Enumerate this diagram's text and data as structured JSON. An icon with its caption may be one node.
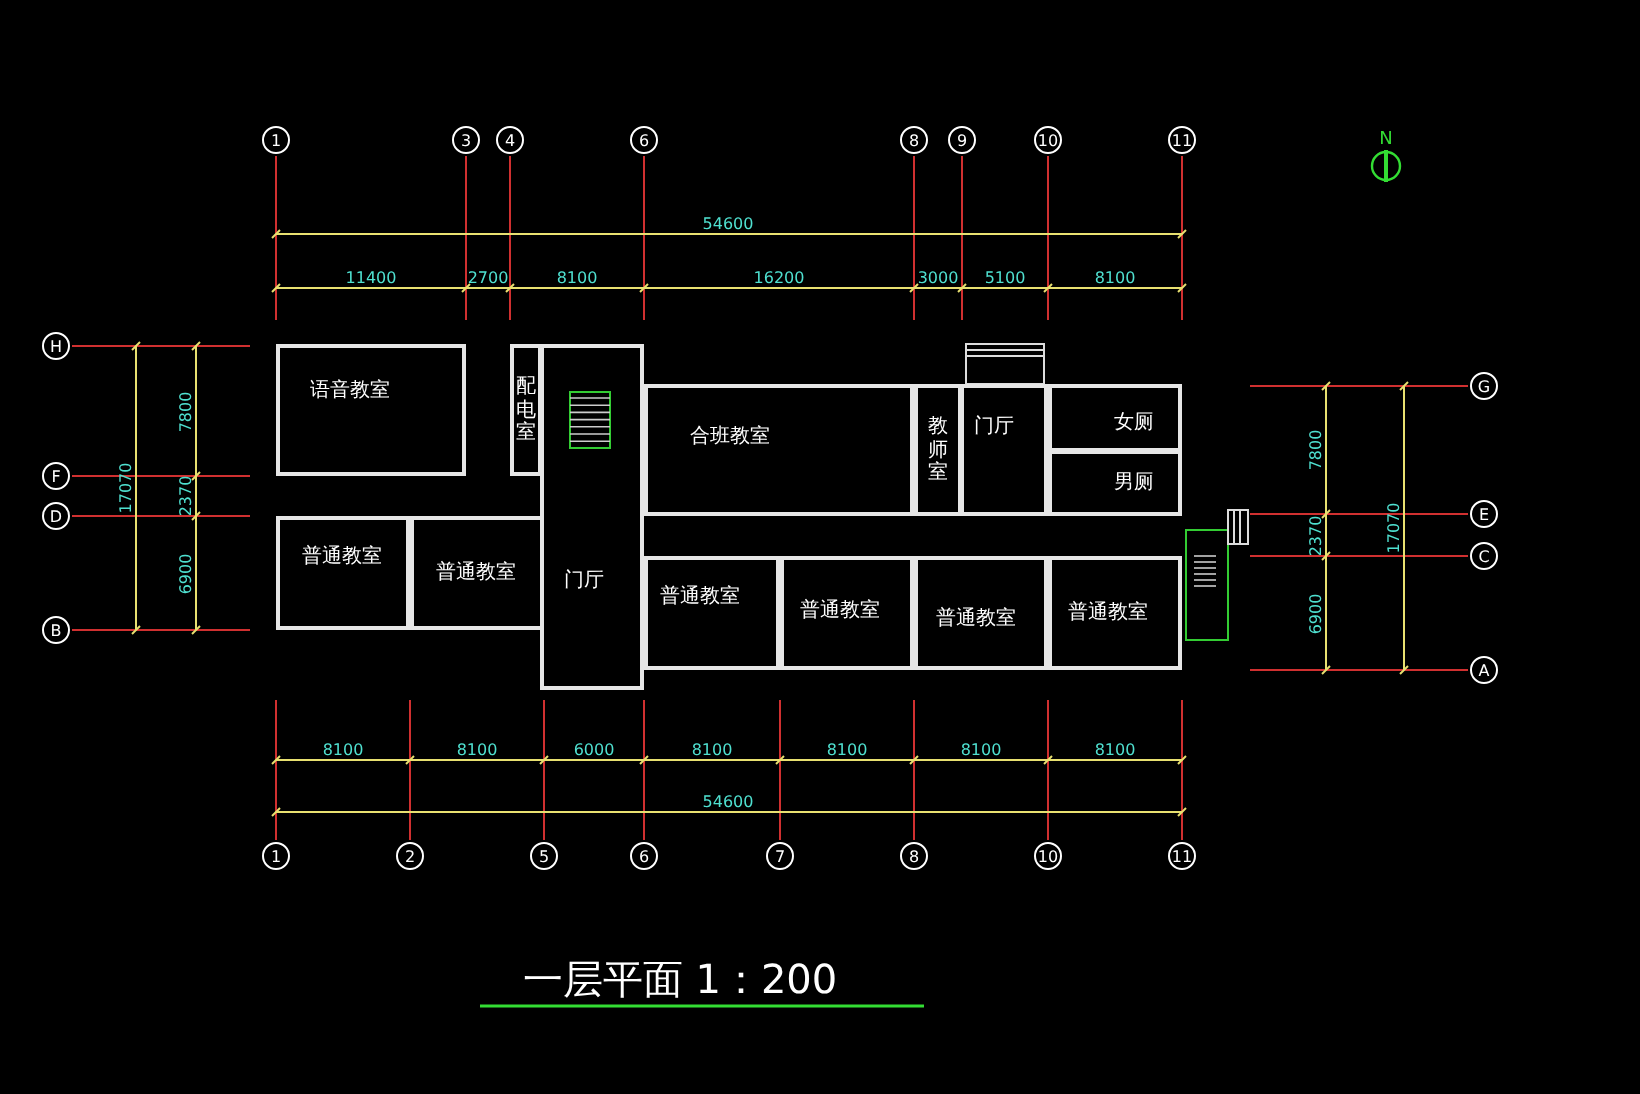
{
  "diagram": {
    "title": "一层平面 1：200",
    "nodes": [
      {
        "text": [
          "语音教室"
        ]
      },
      {
        "text": [
          "配电室"
        ]
      },
      {
        "text": [
          "合班教室"
        ]
      },
      {
        "text": [
          "教师室"
        ]
      },
      {
        "text": [
          "门厅"
        ]
      },
      {
        "text": [
          "女厕"
        ]
      },
      {
        "text": [
          "男厕"
        ]
      },
      {
        "text": [
          "普通教室"
        ]
      },
      {
        "text": [
          "普通教室"
        ]
      },
      {
        "text": [
          "门厅"
        ]
      },
      {
        "text": [
          "普通教室"
        ]
      },
      {
        "text": [
          "普通教室"
        ]
      },
      {
        "text": [
          "普通教室"
        ]
      },
      {
        "text": [
          "普通教室"
        ]
      }
    ],
    "labels": [
      "1",
      "3",
      "4",
      "6",
      "8",
      "9",
      "10",
      "11",
      "N",
      "54600",
      "11400",
      "2700",
      "8100",
      "16200",
      "3000",
      "5100",
      "8100",
      "H",
      "F",
      "D",
      "B",
      "7800",
      "2370",
      "6900",
      "17070",
      "G",
      "E",
      "C",
      "A",
      "7800",
      "2370",
      "6900",
      "17070",
      "8100",
      "8100",
      "6000",
      "8100",
      "8100",
      "8100",
      "8100",
      "54600",
      "1",
      "2",
      "5",
      "6",
      "7",
      "8",
      "10",
      "11"
    ]
  }
}
